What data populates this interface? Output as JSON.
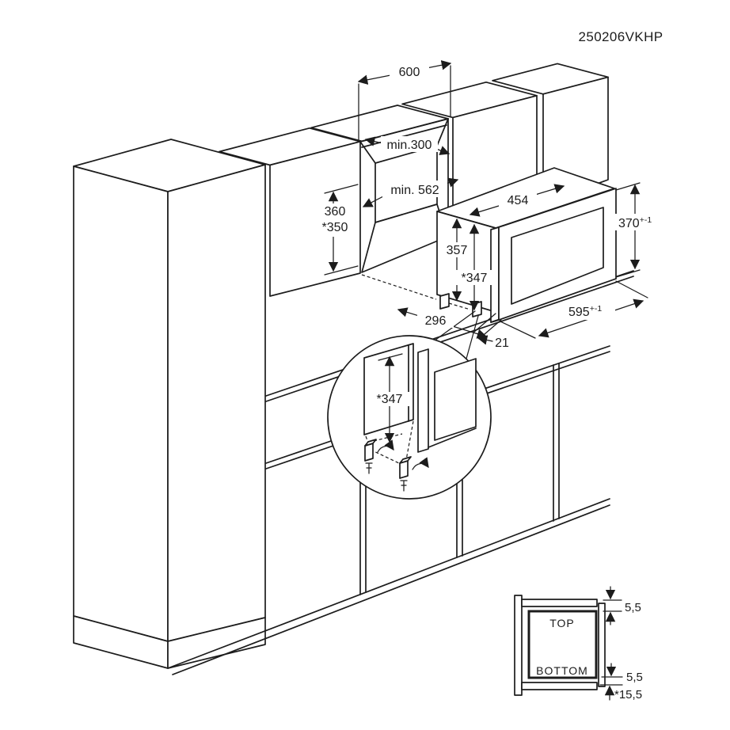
{
  "product_code": "250206VKHP",
  "niche_dims": {
    "width": "600",
    "min_clearance": "min.300",
    "min_depth": "min. 562",
    "height": "360",
    "height_alt": "*350"
  },
  "oven_dims": {
    "body_width": "454",
    "front_height": "370",
    "front_height_tol": "+-1",
    "body_height": "357",
    "install_height": "*347",
    "rear_setback": "296",
    "door_overhang": "21",
    "front_width": "595",
    "front_width_tol": "+-1"
  },
  "detail_dims": {
    "install_height": "*347"
  },
  "section_inset": {
    "top_label": "TOP",
    "bottom_label": "BOTTOM",
    "gap_top": "5,5",
    "gap_bottom": "5,5",
    "bottom_protrusion": "*15,5"
  }
}
